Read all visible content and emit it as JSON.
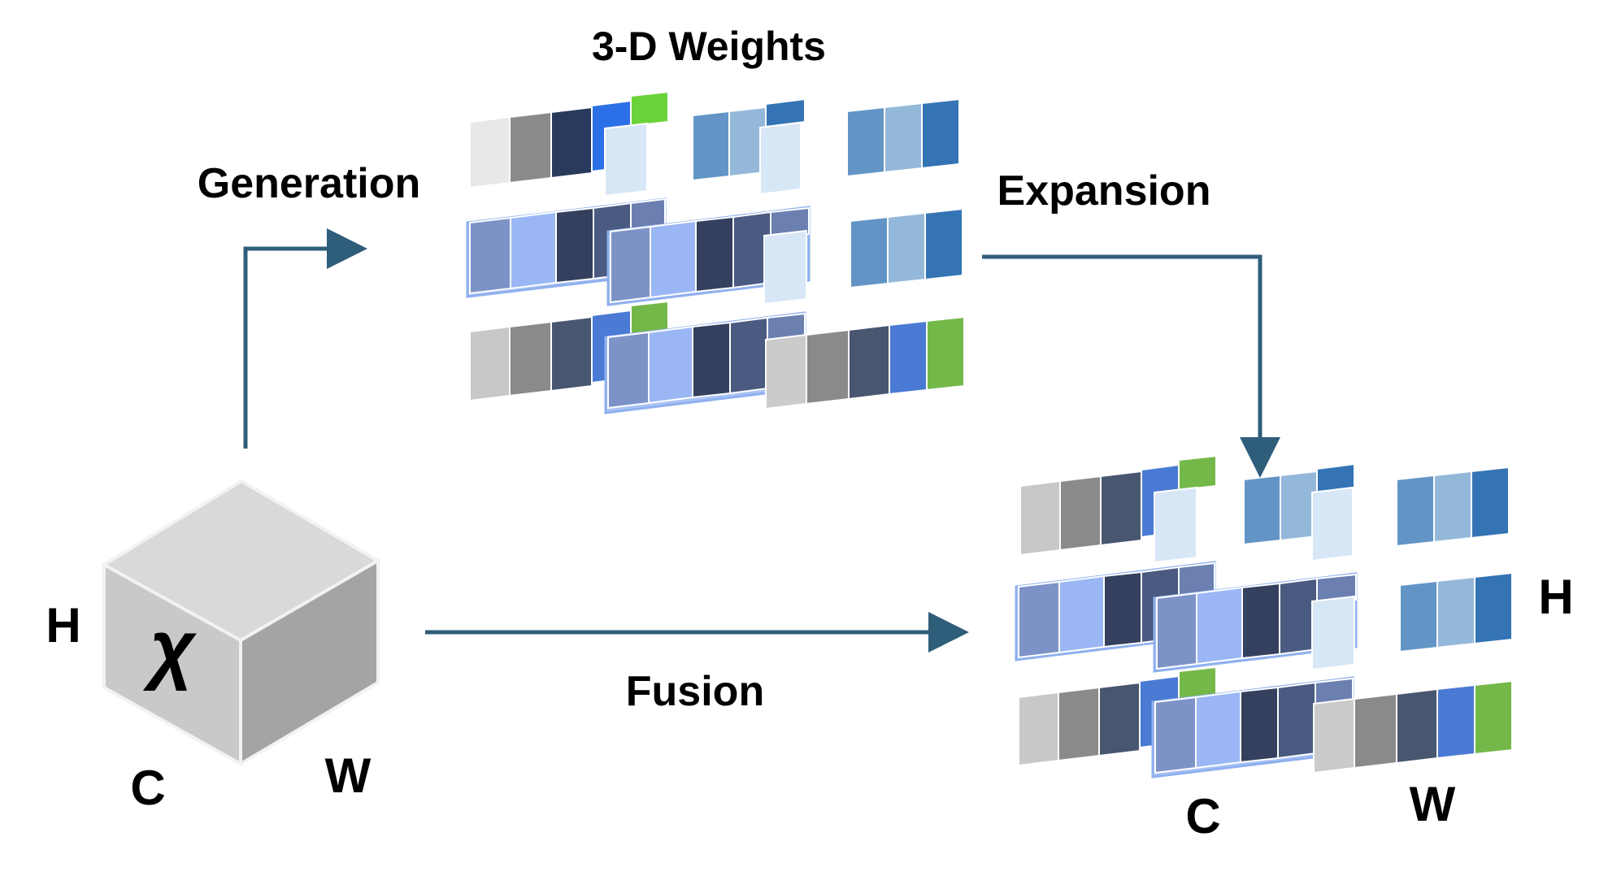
{
  "labels": {
    "title": "3-D Weights",
    "generation": "Generation",
    "expansion": "Expansion",
    "fusion": "Fusion",
    "input_h": "H",
    "input_w": "W",
    "input_c": "C",
    "input_symbol": "χ",
    "output_h": "H",
    "output_w": "W",
    "output_c": "C"
  },
  "colors": {
    "arrow": "#2f5e7a",
    "cube_front": "#c9c9c9",
    "cube_top": "#d9d9d9",
    "cube_side": "#a4a4a4"
  },
  "cube_icon": "cube-icon"
}
